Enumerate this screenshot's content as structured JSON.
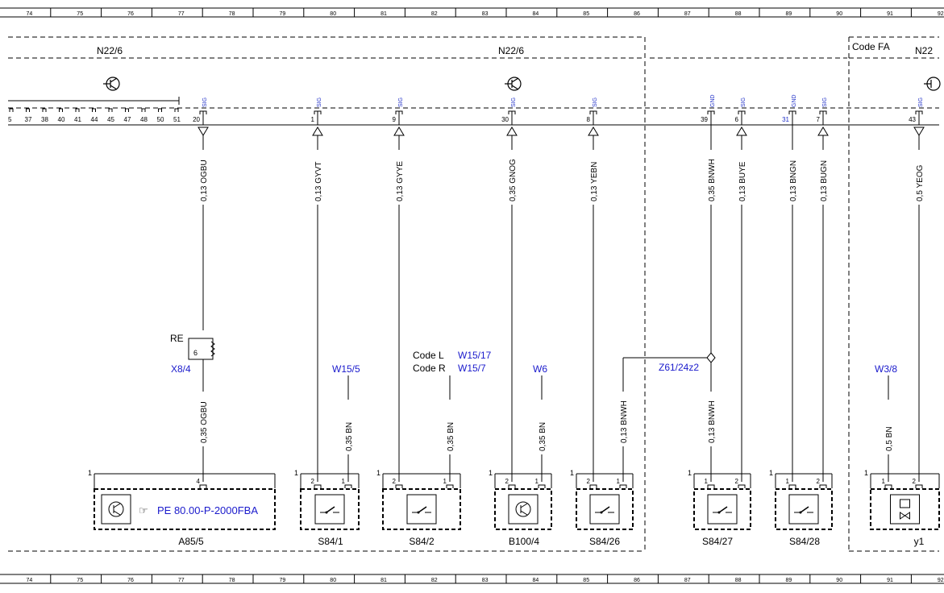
{
  "grid_columns": [
    "74",
    "75",
    "76",
    "77",
    "78",
    "79",
    "80",
    "81",
    "82",
    "83",
    "84",
    "85",
    "86",
    "87",
    "88",
    "89",
    "90",
    "91",
    "92"
  ],
  "control_units": {
    "left_label": "N22/6",
    "main_label": "N22/6",
    "right_label": "N22",
    "code_fa": "Code FA"
  },
  "connector_strip": {
    "left_numbers": [
      "5",
      "37",
      "38",
      "40",
      "41",
      "44",
      "45",
      "47",
      "48",
      "50",
      "51"
    ]
  },
  "wires": [
    {
      "pin": "20",
      "signal": "SIG",
      "top_label": "0,13 OGBU",
      "bottom_label": "0,35 OGBU",
      "arrow": "down"
    },
    {
      "pin": "1",
      "signal": "SIG",
      "top_label": "0,13 GYVT",
      "arrow": "up"
    },
    {
      "pin": "9",
      "signal": "SIG",
      "top_label": "0,13 GYYE",
      "arrow": "up"
    },
    {
      "pin": "30",
      "signal": "SIG",
      "top_label": "0,35 GNOG",
      "arrow": "up"
    },
    {
      "pin": "8",
      "signal": "SIG",
      "top_label": "0,13 YEBN",
      "arrow": "up"
    },
    {
      "pin": "39",
      "signal": "GND",
      "top_label": "0,35 BNWH",
      "bottom_label": "0,13 BNWH"
    },
    {
      "pin": "6",
      "signal": "SIG",
      "top_label": "0,13 BUYE",
      "arrow": "up"
    },
    {
      "pin": "31",
      "signal": "GND",
      "top_label": "0,13 BNGN"
    },
    {
      "pin": "7",
      "signal": "SIG",
      "top_label": "0,13 BUGN",
      "arrow": "up"
    },
    {
      "pin": "43",
      "signal": "SIG",
      "top_label": "0,5 YEOG",
      "arrow": "down"
    }
  ],
  "ground_wires": [
    {
      "id": "W15/5",
      "label": "0,35 BN"
    },
    {
      "id": "W15/17 / W15/7",
      "label": "0,35 BN"
    },
    {
      "id": "W6",
      "label": "0,35 BN"
    },
    {
      "id": "Z61",
      "label": "0,13 BNWH"
    },
    {
      "id": "W3/8",
      "label": "0,5 BN"
    }
  ],
  "labels": {
    "re": "RE",
    "re_pin": "6",
    "x8_4": "X8/4",
    "w15_5": "W15/5",
    "code_l": "Code L",
    "code_r": "Code R",
    "w15_17": "W15/17",
    "w15_7": "W15/7",
    "w6": "W6",
    "z61": "Z61/24z2",
    "w3_8": "W3/8",
    "pe_ref": "PE 80.00-P-2000FBA"
  },
  "components": [
    {
      "name": "A85/5",
      "pins": [
        "4"
      ],
      "num": "1"
    },
    {
      "name": "S84/1",
      "pins": [
        "2",
        "1"
      ],
      "num": "1"
    },
    {
      "name": "S84/2",
      "pins": [
        "2",
        "1"
      ],
      "num": "1"
    },
    {
      "name": "B100/4",
      "pins": [
        "2",
        "1"
      ],
      "num": "1"
    },
    {
      "name": "S84/26",
      "pins": [
        "2",
        "1"
      ],
      "num": "1"
    },
    {
      "name": "S84/27",
      "pins": [
        "1",
        "2"
      ],
      "num": "1"
    },
    {
      "name": "S84/28",
      "pins": [
        "1",
        "2"
      ],
      "num": "1"
    },
    {
      "name": "y1",
      "pins": [
        "1",
        "2"
      ],
      "num": "1"
    }
  ],
  "colors": {
    "line": "#000000",
    "link_blue": "#1a1acc",
    "pin_blue": "#2030c8"
  }
}
